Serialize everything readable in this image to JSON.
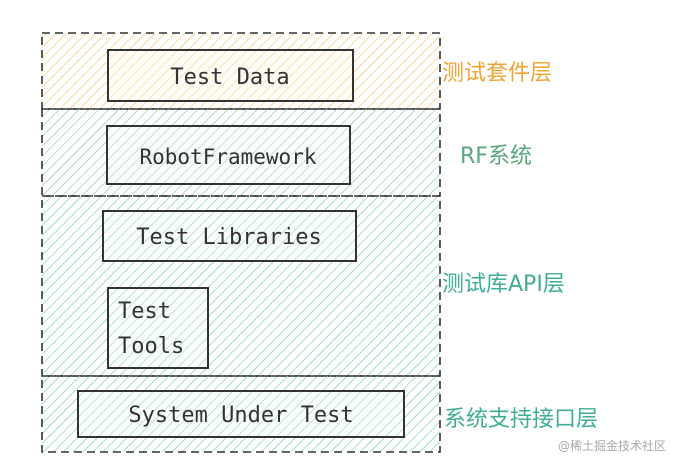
{
  "layers": [
    {
      "id": "test-suite",
      "label": "测试套件层",
      "color": "#f0a437",
      "hatch": "#f5bf5d"
    },
    {
      "id": "rf-system",
      "label": "RF系统",
      "color": "#5aa67d",
      "hatch": "#7ec59a"
    },
    {
      "id": "test-lib-api",
      "label": "测试库API层",
      "color": "#3fae95",
      "hatch": "#6cc5b0"
    },
    {
      "id": "sut-interface",
      "label": "系统支持接口层",
      "color": "#3fae95",
      "hatch": "#6cc5b0"
    }
  ],
  "boxes": {
    "test_data": "Test Data",
    "robot_framework": "RobotFramework",
    "test_libraries": "Test Libraries",
    "test_tools_line1": "Test",
    "test_tools_line2": "Tools",
    "system_under_test": "System Under Test"
  },
  "watermark": "@稀土掘金技术社区"
}
